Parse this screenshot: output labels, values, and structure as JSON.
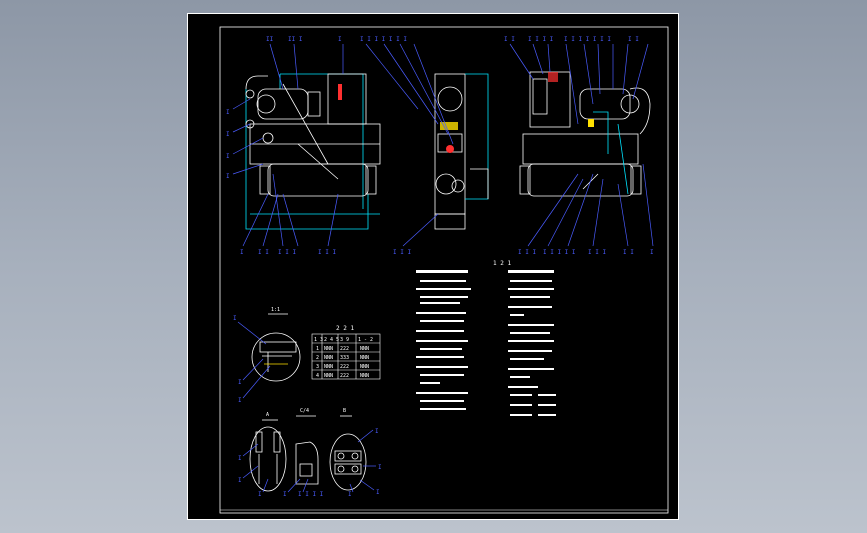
{
  "drawing": {
    "section_titles": {
      "notes": "1 2 1",
      "table": "2 2 1",
      "detail_a": "1:1",
      "detail_b": "A",
      "detail_c": "C/4",
      "detail_d": "B"
    },
    "colors": {
      "background": "#000000",
      "frame": "#ffffff",
      "callout": "#4a5cff",
      "pipe": "#00e5ff",
      "line": "#ffffff",
      "accent_red": "#ff3030",
      "accent_yellow": "#ffe000"
    },
    "table": {
      "headers": [
        "1 3",
        "2 4 5",
        "3 9",
        "1 - 2"
      ],
      "rows": [
        [
          "1",
          "NNN",
          "222",
          "NNN"
        ],
        [
          "2",
          "NNN",
          "333",
          "NNN"
        ],
        [
          "3",
          "NNN",
          "222",
          "NNN"
        ],
        [
          "4",
          "NNN",
          "222",
          "NNN"
        ]
      ]
    }
  }
}
